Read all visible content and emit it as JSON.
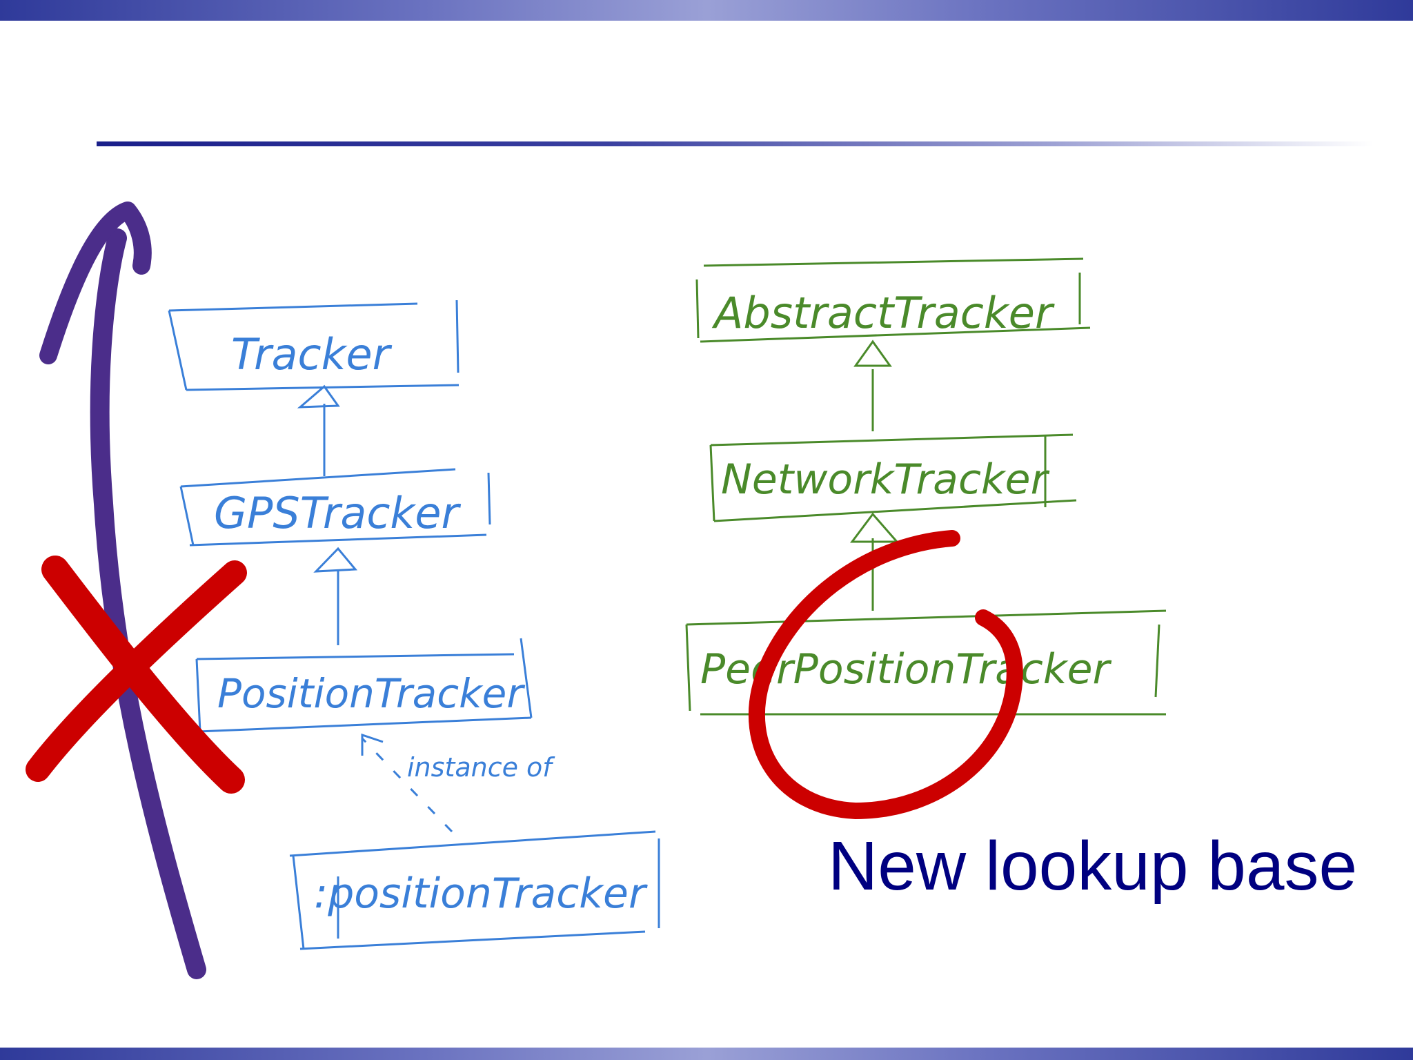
{
  "slide": {
    "title": "",
    "caption": "New lookup base"
  },
  "left_hierarchy": {
    "classes": [
      "Tracker",
      "GPSTracker",
      "PositionTracker"
    ],
    "instance": ":positionTracker",
    "instance_relation": "instance of"
  },
  "right_hierarchy": {
    "classes": [
      "AbstractTracker",
      "NetworkTracker",
      "PeerPositionTracker"
    ]
  },
  "colors": {
    "left_ink": "#3a7fd8",
    "right_ink": "#4a8a2a",
    "arrow": "#4b2d8a",
    "annotation": "#cc0000",
    "caption": "#000080",
    "theme_bar": "#2f3a9a"
  },
  "icons": {
    "lookup_direction": "up-arrow-icon",
    "rejected": "cross-mark-icon",
    "highlight": "circle-mark-icon"
  }
}
